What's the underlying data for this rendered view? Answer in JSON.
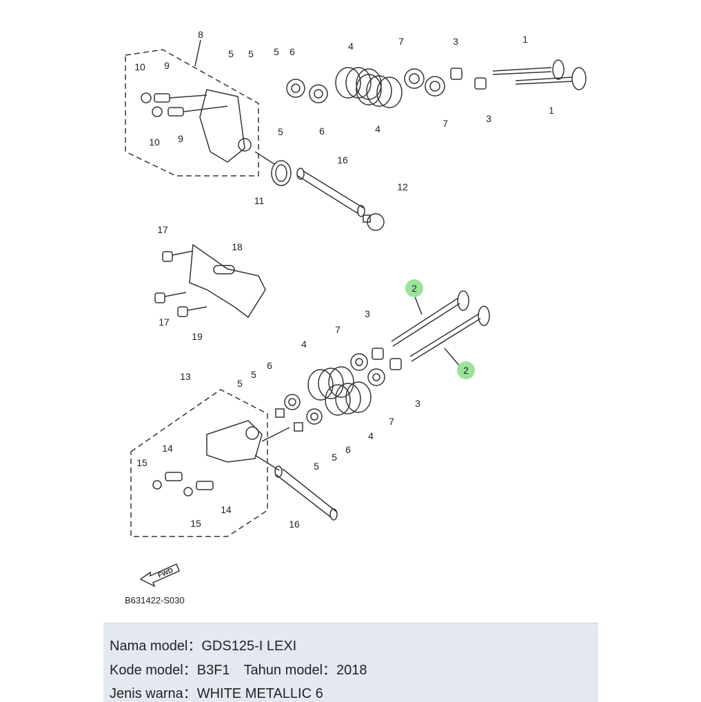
{
  "diagram": {
    "callouts": [
      "8",
      "5",
      "5",
      "5",
      "6",
      "4",
      "7",
      "3",
      "1",
      "10",
      "9",
      "10",
      "9",
      "5",
      "6",
      "4",
      "7",
      "3",
      "1",
      "16",
      "11",
      "12",
      "17",
      "18",
      "17",
      "19",
      "2",
      "3",
      "7",
      "4",
      "2",
      "6",
      "5",
      "13",
      "5",
      "3",
      "7",
      "4",
      "6",
      "5",
      "5",
      "14",
      "15",
      "14",
      "15",
      "16"
    ],
    "fwd_label": "FWD",
    "figure_code": "B631422-S030",
    "highlight_color": "#9be39b"
  },
  "info": {
    "model_name": "Nama model：GDS125-I LEXI",
    "model_code_year": "Kode model：B3F1　Tahun model：2018",
    "color_type": "Jenis warna：WHITE METALLIC 6"
  }
}
